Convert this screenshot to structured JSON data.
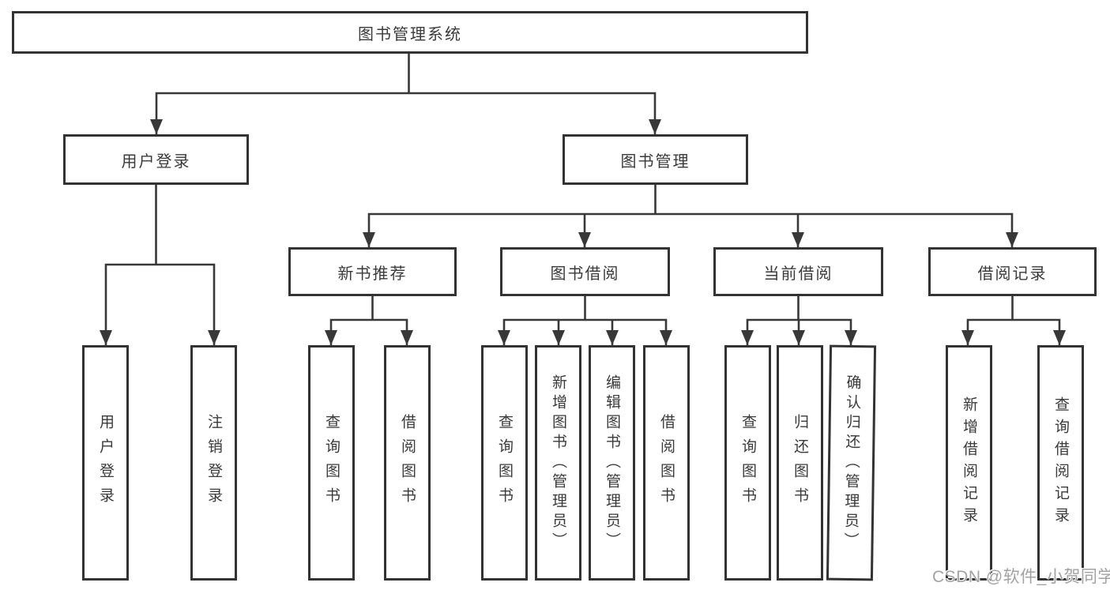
{
  "root": {
    "label": "图书管理系统"
  },
  "user_login": {
    "label": "用户登录",
    "children": [
      {
        "label": "用户登录"
      },
      {
        "label": "注销登录"
      }
    ]
  },
  "book_management": {
    "label": "图书管理",
    "sections": [
      {
        "label": "新书推荐",
        "children": [
          {
            "label": "查询图书"
          },
          {
            "label": "借阅图书"
          }
        ]
      },
      {
        "label": "图书借阅",
        "children": [
          {
            "label": "查询图书"
          },
          {
            "label": "新增图书（管理员）"
          },
          {
            "label": "编辑图书（管理员）"
          },
          {
            "label": "借阅图书"
          }
        ]
      },
      {
        "label": "当前借阅",
        "children": [
          {
            "label": "查询图书"
          },
          {
            "label": "归还图书"
          },
          {
            "label": "确认归还（管理员）"
          }
        ]
      },
      {
        "label": "借阅记录",
        "children": [
          {
            "label": "新增借阅记录"
          },
          {
            "label": "查询借阅记录"
          }
        ]
      }
    ]
  },
  "watermark": "CSDN @软件_小贺同学",
  "colors": {
    "line": "#383838",
    "border": "#333333",
    "text": "#3a3a3a",
    "watermark": "#a2a2a2"
  }
}
